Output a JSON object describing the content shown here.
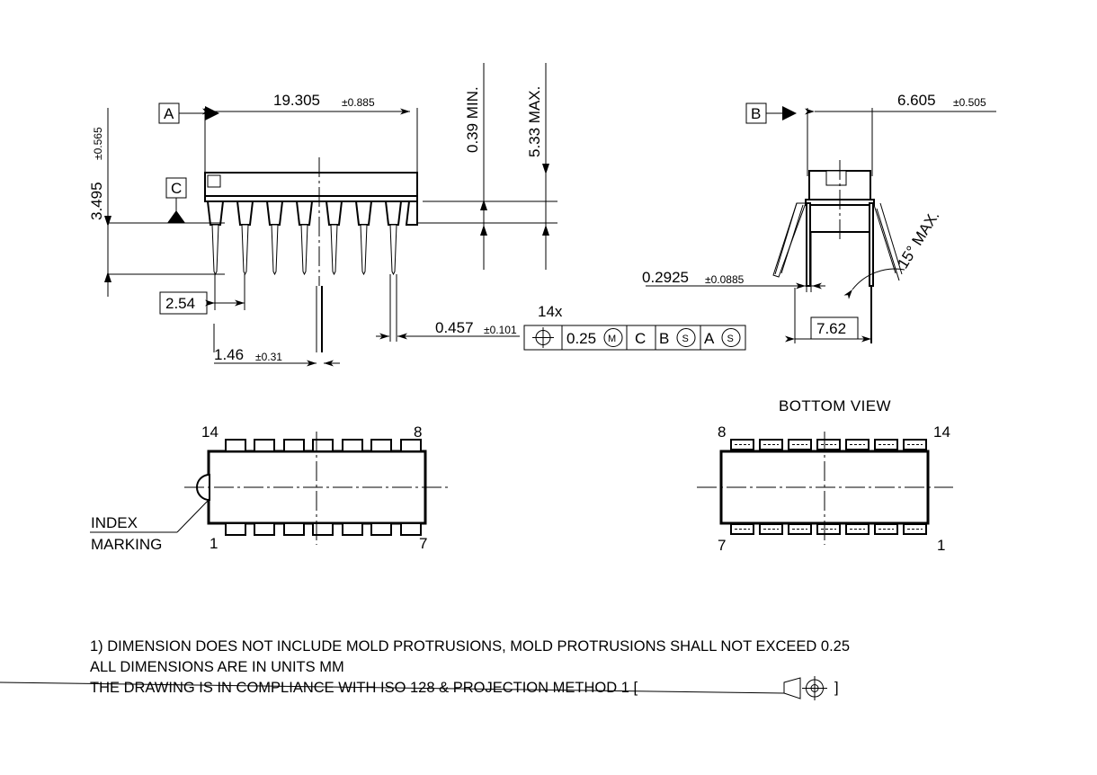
{
  "document": {
    "type": "mechanical-package-outline-drawing",
    "units": "MM",
    "package": "14-lead dual in-line plastic package (DIP-14)",
    "background_color": "#FFFFFF",
    "line_color": "#000000"
  },
  "datums": {
    "a": "A",
    "b": "B",
    "c": "C"
  },
  "front_view": {
    "dimensions": {
      "body_length": {
        "value": "19.305",
        "tol": "±0.885"
      },
      "seating_height": {
        "value": "3.495",
        "tol": "±0.565"
      },
      "standoff": {
        "value": "0.39 MIN.",
        "raw": "0.39",
        "qualifier": "MIN."
      },
      "overall_height": {
        "value": "5.33 MAX.",
        "raw": "5.33",
        "qualifier": "MAX."
      },
      "pitch": {
        "value": "2.54",
        "basic": true
      },
      "lead_width_shoulder": {
        "value": "1.46",
        "tol": "±0.31"
      },
      "lead_thickness": {
        "value": "0.457",
        "tol": "±0.101"
      }
    },
    "lead_count": 7
  },
  "side_view": {
    "dimensions": {
      "body_width": {
        "value": "6.605",
        "tol": "±0.505"
      },
      "lead_thickness": {
        "value": "0.2925",
        "tol": "±0.0885"
      },
      "row_spacing": {
        "value": "7.62",
        "basic": true
      },
      "lead_splay_angle": {
        "value": "15° MAX.",
        "raw": "15°",
        "qualifier": "MAX."
      }
    }
  },
  "feature_control_frame": {
    "quantity": "14x",
    "symbol": "position-symbol",
    "tolerance": "0.25",
    "material_modifier": "M",
    "datum_refs": [
      {
        "letter": "C",
        "modifier": ""
      },
      {
        "letter": "B",
        "modifier": "S"
      },
      {
        "letter": "A",
        "modifier": "S"
      }
    ]
  },
  "top_view": {
    "pin_labels": {
      "top_left": "14",
      "top_right": "8",
      "bottom_left": "1",
      "bottom_right": "7"
    },
    "index_note_line1": "INDEX",
    "index_note_line2": "MARKING",
    "leads_per_side": 7
  },
  "bottom_view": {
    "title": "BOTTOM VIEW",
    "pin_labels": {
      "top_left": "8",
      "top_right": "14",
      "bottom_left": "7",
      "bottom_right": "1"
    },
    "leads_per_side": 7
  },
  "notes": {
    "line1": "1) DIMENSION DOES NOT INCLUDE  MOLD PROTRUSIONS, MOLD PROTRUSIONS SHALL NOT EXCEED 0.25",
    "line2": "ALL DIMENSIONS ARE IN UNITS MM",
    "line3_pre": "THE DRAWING IS IN COMPLIANCE WITH ISO 128 & PROJECTION METHOD 1 [",
    "line3_post": "]"
  }
}
